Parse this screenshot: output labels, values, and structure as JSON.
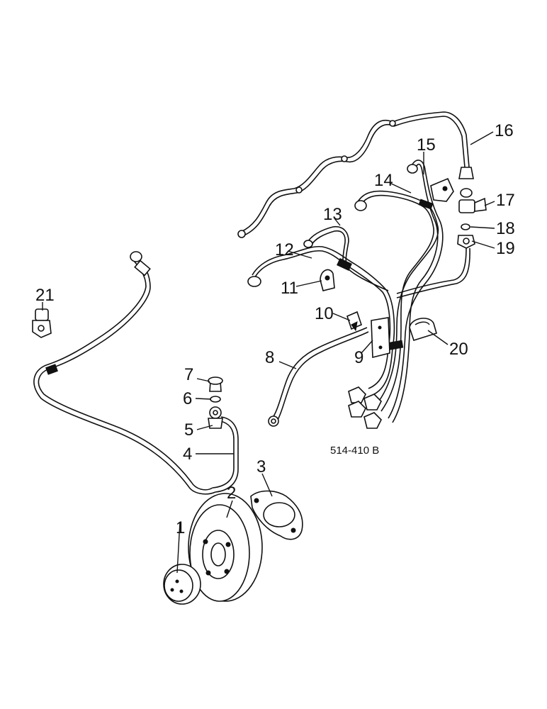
{
  "diagram": {
    "reference_code": "514-410 B",
    "callouts": [
      {
        "id": "1",
        "label": "1"
      },
      {
        "id": "2",
        "label": "2"
      },
      {
        "id": "3",
        "label": "3"
      },
      {
        "id": "4",
        "label": "4"
      },
      {
        "id": "5",
        "label": "5"
      },
      {
        "id": "6",
        "label": "6"
      },
      {
        "id": "7",
        "label": "7"
      },
      {
        "id": "8",
        "label": "8"
      },
      {
        "id": "9",
        "label": "9"
      },
      {
        "id": "10",
        "label": "10"
      },
      {
        "id": "11",
        "label": "11"
      },
      {
        "id": "12",
        "label": "12"
      },
      {
        "id": "13",
        "label": "13"
      },
      {
        "id": "14",
        "label": "14"
      },
      {
        "id": "15",
        "label": "15"
      },
      {
        "id": "16",
        "label": "16"
      },
      {
        "id": "17",
        "label": "17"
      },
      {
        "id": "18",
        "label": "18"
      },
      {
        "id": "19",
        "label": "19"
      },
      {
        "id": "20",
        "label": "20"
      },
      {
        "id": "21",
        "label": "21"
      }
    ]
  }
}
